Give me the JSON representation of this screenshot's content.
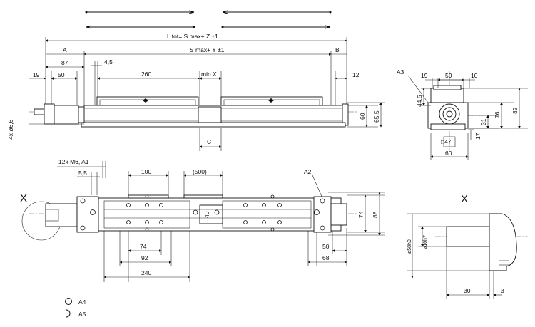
{
  "top_view": {
    "l_tot_label": "L tot= S max+ Z ±1",
    "s_label": "S max+ Y ±1",
    "a_label": "A",
    "b_label": "B",
    "d19": "19",
    "d87": "87",
    "d50": "50",
    "d4_5": "4,5",
    "d260": "260",
    "min_x": "min.X",
    "d12": "12",
    "d60": "60",
    "d65_5": "65,5",
    "c_label": "C",
    "holes_label": "4x ø6,6"
  },
  "end_view": {
    "a3": "A3",
    "d19": "19",
    "d59": "59",
    "d10": "10",
    "d44_5": "44,5",
    "d31": "31",
    "d76": "76",
    "d82": "82",
    "d17": "17",
    "square_47": "□47",
    "d60": "60"
  },
  "plan_view": {
    "thread_label": "12x M6, A1",
    "d5_5": "5,5",
    "d100": "100",
    "d500": "(500)",
    "a2": "A2",
    "d40": "40",
    "d74": "74",
    "d88": "88",
    "d74b": "74",
    "d92": "92",
    "d240": "240",
    "d50": "50",
    "d68": "68"
  },
  "detail": {
    "x_left": "X",
    "x_right": "X",
    "d58": "ø58h9",
    "d16": "ø16h7",
    "d30": "30",
    "d3": "3"
  },
  "legend": {
    "a4": "A4",
    "a5": "A5"
  }
}
